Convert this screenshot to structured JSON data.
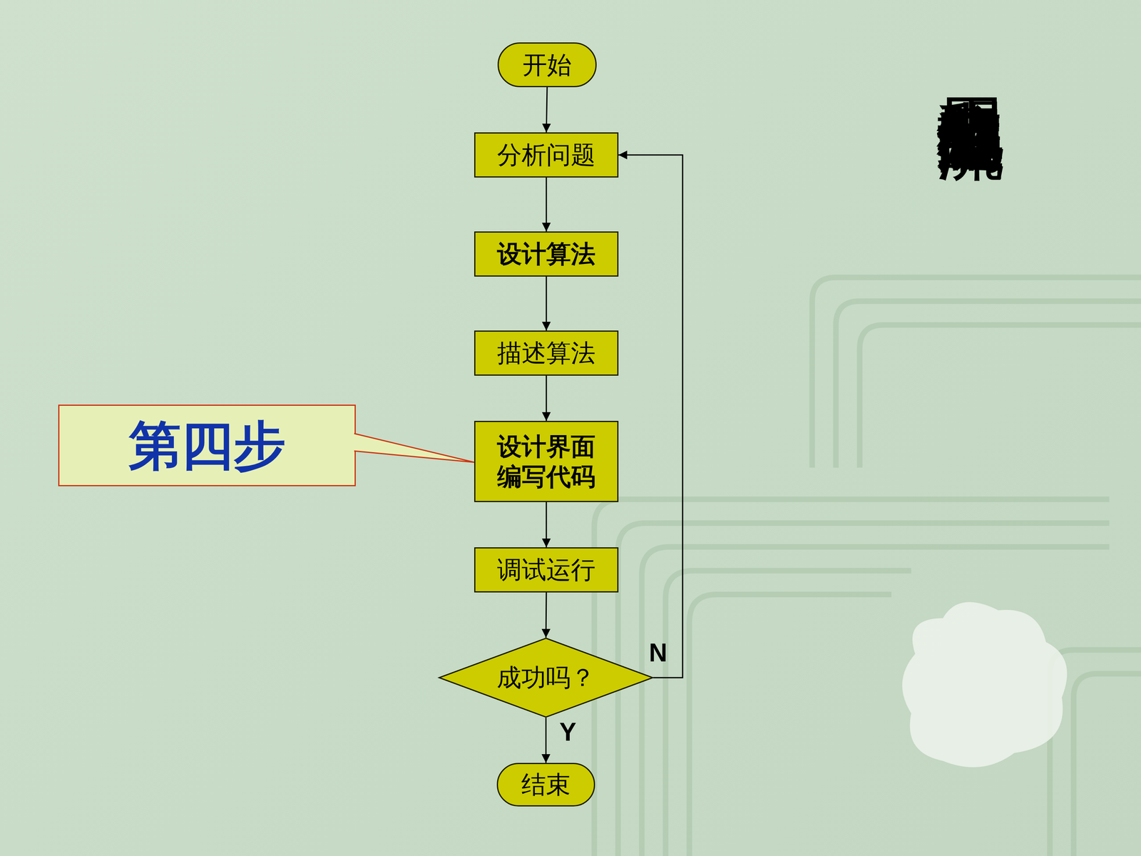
{
  "diagram": {
    "title": "用电脑编程解题的流程",
    "nodes": [
      {
        "text": [
          "开始"
        ]
      },
      {
        "text": [
          "分析问题"
        ]
      },
      {
        "text": [
          "设计算法"
        ]
      },
      {
        "text": [
          "描述算法"
        ]
      },
      {
        "text": [
          "设计界面 编写代码"
        ]
      },
      {
        "text": [
          "调试运行"
        ]
      },
      {
        "text": [
          "成功吗？"
        ]
      },
      {
        "text": [
          "结束"
        ]
      },
      {
        "text": [
          "第四步"
        ]
      }
    ],
    "edges": [
      {
        "from": 0,
        "to": 1,
        "arrow": "to"
      },
      {
        "from": 1,
        "to": 2,
        "arrow": "to"
      },
      {
        "from": 2,
        "to": 3,
        "arrow": "to"
      },
      {
        "from": 3,
        "to": 4,
        "arrow": "to"
      },
      {
        "from": 4,
        "to": 5,
        "arrow": "to"
      },
      {
        "from": 5,
        "to": 6,
        "arrow": "to"
      },
      {
        "from": 6,
        "to": 7,
        "label": "Y",
        "arrow": "to"
      },
      {
        "from": 6,
        "to": 1,
        "label": "N",
        "arrow": "to"
      },
      {
        "from": 8,
        "to": 4,
        "arrow": "none"
      }
    ]
  }
}
